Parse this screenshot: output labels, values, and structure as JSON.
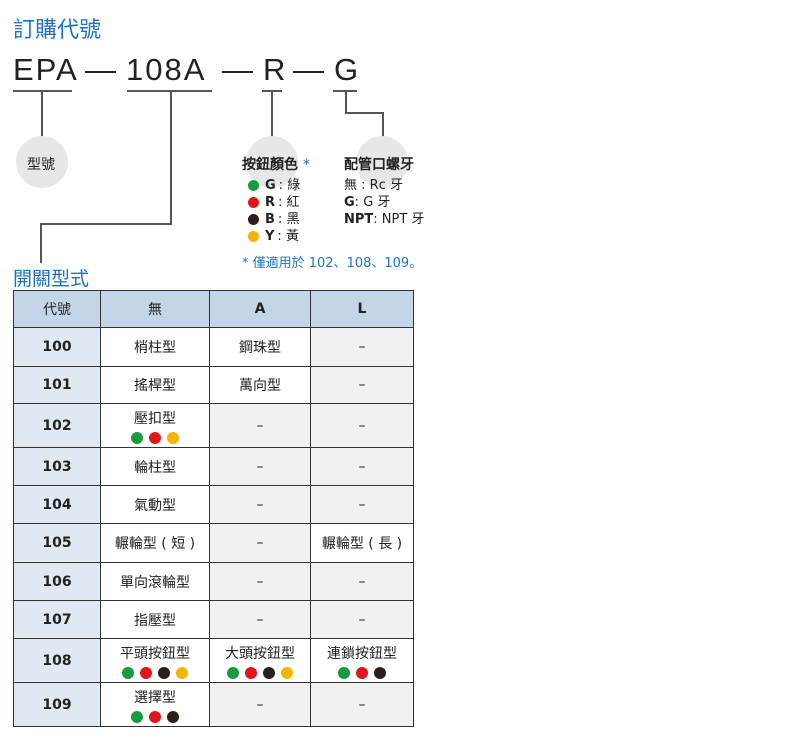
{
  "order": {
    "title": "訂購代號",
    "code": {
      "part1": "EPA",
      "sep": "—",
      "part2": "108A",
      "part3": "R",
      "part4": "G"
    },
    "labels": {
      "model": "型號",
      "button_color": "按鈕顏色",
      "button_color_star": "*",
      "piping": "配管口螺牙"
    },
    "colors": [
      {
        "key": "G",
        "sep": ":",
        "name": "綠",
        "hex": "#1a9a3e"
      },
      {
        "key": "R",
        "sep": ":",
        "name": "紅",
        "hex": "#e0161c"
      },
      {
        "key": "B",
        "sep": ":",
        "name": "黑",
        "hex": "#2a1f1a"
      },
      {
        "key": "Y",
        "sep": ":",
        "name": "黃",
        "hex": "#f4b400"
      }
    ],
    "threads": [
      {
        "key": "無",
        "sep": " : ",
        "name": "Rc 牙",
        "bold": false
      },
      {
        "key": "G",
        "sep": ": ",
        "name": "G 牙",
        "bold": true
      },
      {
        "key": "NPT",
        "sep": ": ",
        "name": "NPT 牙",
        "bold": true
      }
    ],
    "note": "* 僅適用於 102、108、109。"
  },
  "switch": {
    "title": "開關型式",
    "headers": [
      "代號",
      "無",
      "A",
      "L"
    ],
    "rows": [
      {
        "code": "100",
        "none": "梢柱型",
        "a": "鋼珠型",
        "l": "–"
      },
      {
        "code": "101",
        "none": "搖桿型",
        "a": "萬向型",
        "l": "–"
      },
      {
        "code": "102",
        "none": "壓扣型",
        "a": "–",
        "l": "–"
      },
      {
        "code": "103",
        "none": "輪柱型",
        "a": "–",
        "l": "–"
      },
      {
        "code": "104",
        "none": "氣動型",
        "a": "–",
        "l": "–"
      },
      {
        "code": "105",
        "none": "輾輪型 ( 短 )",
        "a": "–",
        "l": "輾輪型 ( 長 )"
      },
      {
        "code": "106",
        "none": "單向滾輪型",
        "a": "–",
        "l": "–"
      },
      {
        "code": "107",
        "none": "指壓型",
        "a": "–",
        "l": "–"
      },
      {
        "code": "108",
        "none": "平頭按鈕型",
        "a": "大頭按鈕型",
        "l": "連鎖按鈕型"
      },
      {
        "code": "109",
        "none": "選擇型",
        "a": "–",
        "l": "–"
      }
    ],
    "dot_colors": {
      "green": "#1a9a3e",
      "red": "#e0161c",
      "black": "#2a1f1a",
      "yellow": "#f4b400"
    }
  }
}
